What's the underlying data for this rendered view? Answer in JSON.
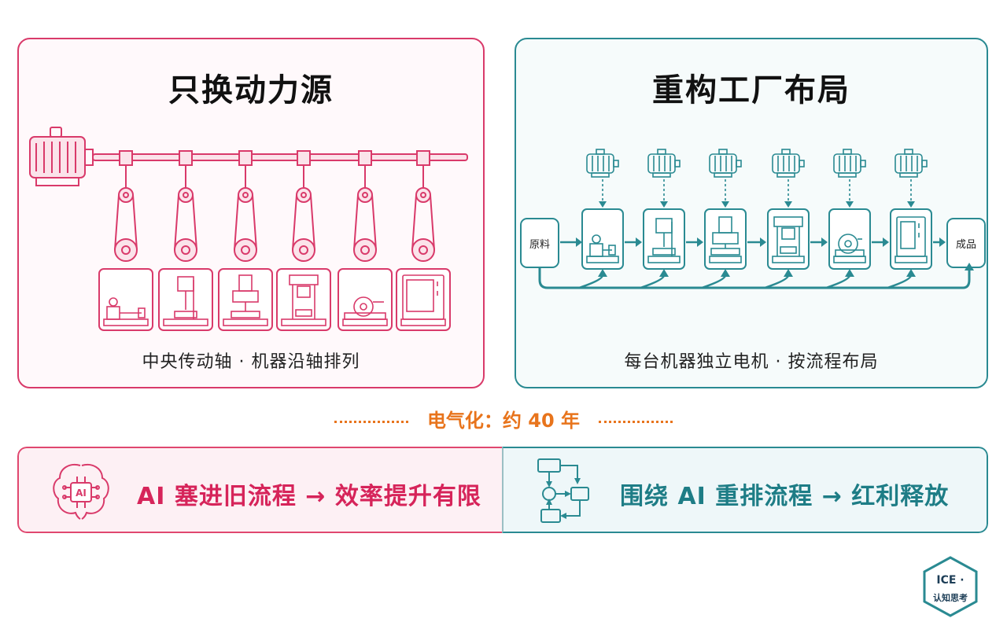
{
  "left_panel": {
    "title": "只换动力源",
    "caption": "中央传动轴 · 机器沿轴排列"
  },
  "right_panel": {
    "title": "重构工厂布局",
    "caption": "每台机器独立电机 · 按流程布局",
    "input_label": "原料",
    "output_label": "成品"
  },
  "era_label": "电气化：约 40 年",
  "bottom": {
    "left_text": "AI 塞进旧流程 → 效率提升有限",
    "left_icon_text": "AI",
    "right_text": "围绕 AI 重排流程 → 红利释放"
  },
  "logo": {
    "line1": "ICE ·",
    "line2": "认知思考"
  },
  "colors": {
    "red": "#d93a6a",
    "teal": "#2a8a92",
    "orange": "#e8741c"
  },
  "icons": [
    "electric-motor-icon",
    "lathe-icon",
    "drill-press-icon",
    "milling-machine-icon",
    "press-icon",
    "grinder-icon",
    "cnc-machine-icon",
    "brain-icon",
    "flowchart-icon"
  ]
}
